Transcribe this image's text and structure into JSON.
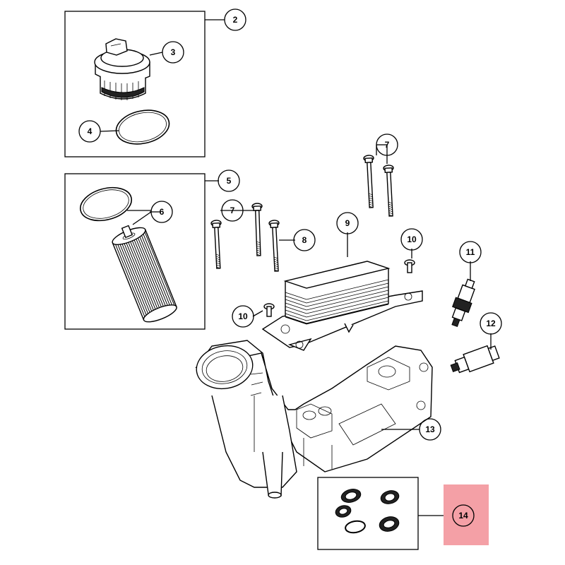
{
  "diagram": {
    "highlight_color": "#f4a0a6",
    "callouts": {
      "c2": "2",
      "c3": "3",
      "c4": "4",
      "c5": "5",
      "c6": "6",
      "c7a": "7",
      "c7b": "7",
      "c8": "8",
      "c9": "9",
      "c10a": "10",
      "c10b": "10",
      "c11": "11",
      "c12": "12",
      "c13": "13",
      "c14": "14"
    },
    "parts": [
      {
        "ref": "2",
        "icon": "oil-filter-cap-assembly-icon"
      },
      {
        "ref": "3",
        "icon": "oil-filter-cap-icon"
      },
      {
        "ref": "4",
        "icon": "o-ring-icon"
      },
      {
        "ref": "5",
        "icon": "oil-filter-kit-icon"
      },
      {
        "ref": "6",
        "icon": "oil-filter-element-icon"
      },
      {
        "ref": "7",
        "icon": "bolt-icon"
      },
      {
        "ref": "8",
        "icon": "bolt-icon"
      },
      {
        "ref": "9",
        "icon": "oil-cooler-icon"
      },
      {
        "ref": "10",
        "icon": "screw-icon"
      },
      {
        "ref": "11",
        "icon": "sensor-icon"
      },
      {
        "ref": "12",
        "icon": "pressure-switch-icon"
      },
      {
        "ref": "13",
        "icon": "oil-filter-housing-icon"
      },
      {
        "ref": "14",
        "icon": "gasket-kit-icon"
      }
    ]
  }
}
